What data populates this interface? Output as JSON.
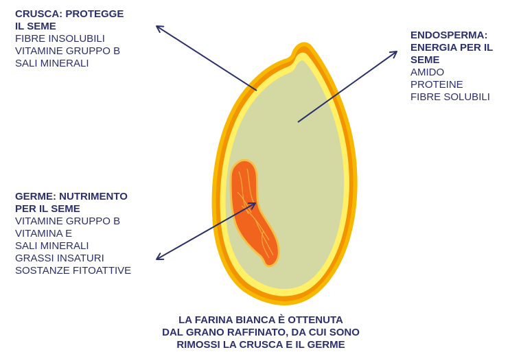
{
  "colors": {
    "text": "#2b2f6b",
    "arrow": "#2b2f6b",
    "bran_outer": "#f7b800",
    "bran_inner": "#f29400",
    "aleurone": "#fff066",
    "endosperm": "#d4d9a4",
    "germ": "#f0641e",
    "germ_outline": "#f6c143"
  },
  "labels": {
    "crusca": {
      "title": "CRUSCA: PROTEGGE\nIL SEME",
      "items": [
        "FIBRE INSOLUBILI",
        "VITAMINE GRUPPO B",
        "SALI MINERALI"
      ]
    },
    "endosperma": {
      "title": "ENDOSPERMA:\nENERGIA PER IL\nSEME",
      "items": [
        "AMIDO",
        "PROTEINE",
        "FIBRE SOLUBILI"
      ]
    },
    "germe": {
      "title": "GERME: NUTRIMENTO\nPER IL SEME",
      "items": [
        "VITAMINE GRUPPO B",
        "VITAMINA E",
        "SALI MINERALI",
        "GRASSI INSATURI",
        "SOSTANZE FITOATTIVE"
      ]
    }
  },
  "footnote": "LA FARINA BIANCA È OTTENUTA\nDAL GRANO RAFFINATO, DA CUI SONO\nRIMOSSI LA CRUSCA E IL GERME"
}
